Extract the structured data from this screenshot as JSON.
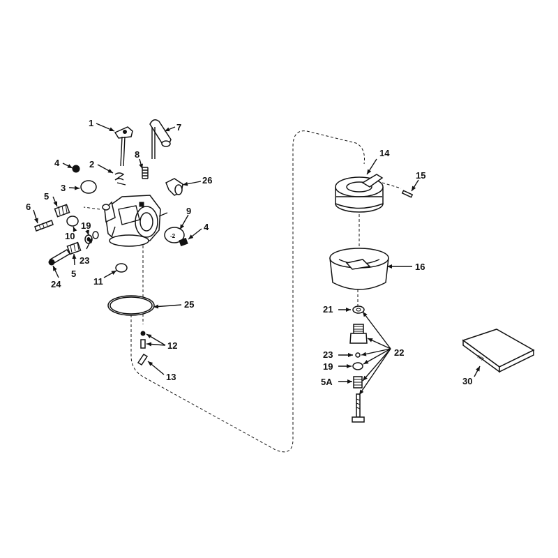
{
  "diagram": {
    "type": "exploded-parts-view",
    "labels": {
      "p1": "1",
      "p2": "2",
      "p3": "3",
      "p4a": "4",
      "p4b": "4",
      "p5a": "5",
      "p5b": "5",
      "p6": "6",
      "p7": "7",
      "p8": "8",
      "p9": "9",
      "p10": "10",
      "p11": "11",
      "p12": "12",
      "p13": "13",
      "p14": "14",
      "p15": "15",
      "p16": "16",
      "p19a": "19",
      "p19b": "19",
      "p21": "21",
      "p22": "22",
      "p23a": "23",
      "p23b": "23",
      "p24": "24",
      "p25": "25",
      "p26": "26",
      "p5A": "5A",
      "p30": "30"
    },
    "kit_package_text": "KIT",
    "colors": {
      "ink": "#111111",
      "paper": "#ffffff"
    }
  }
}
